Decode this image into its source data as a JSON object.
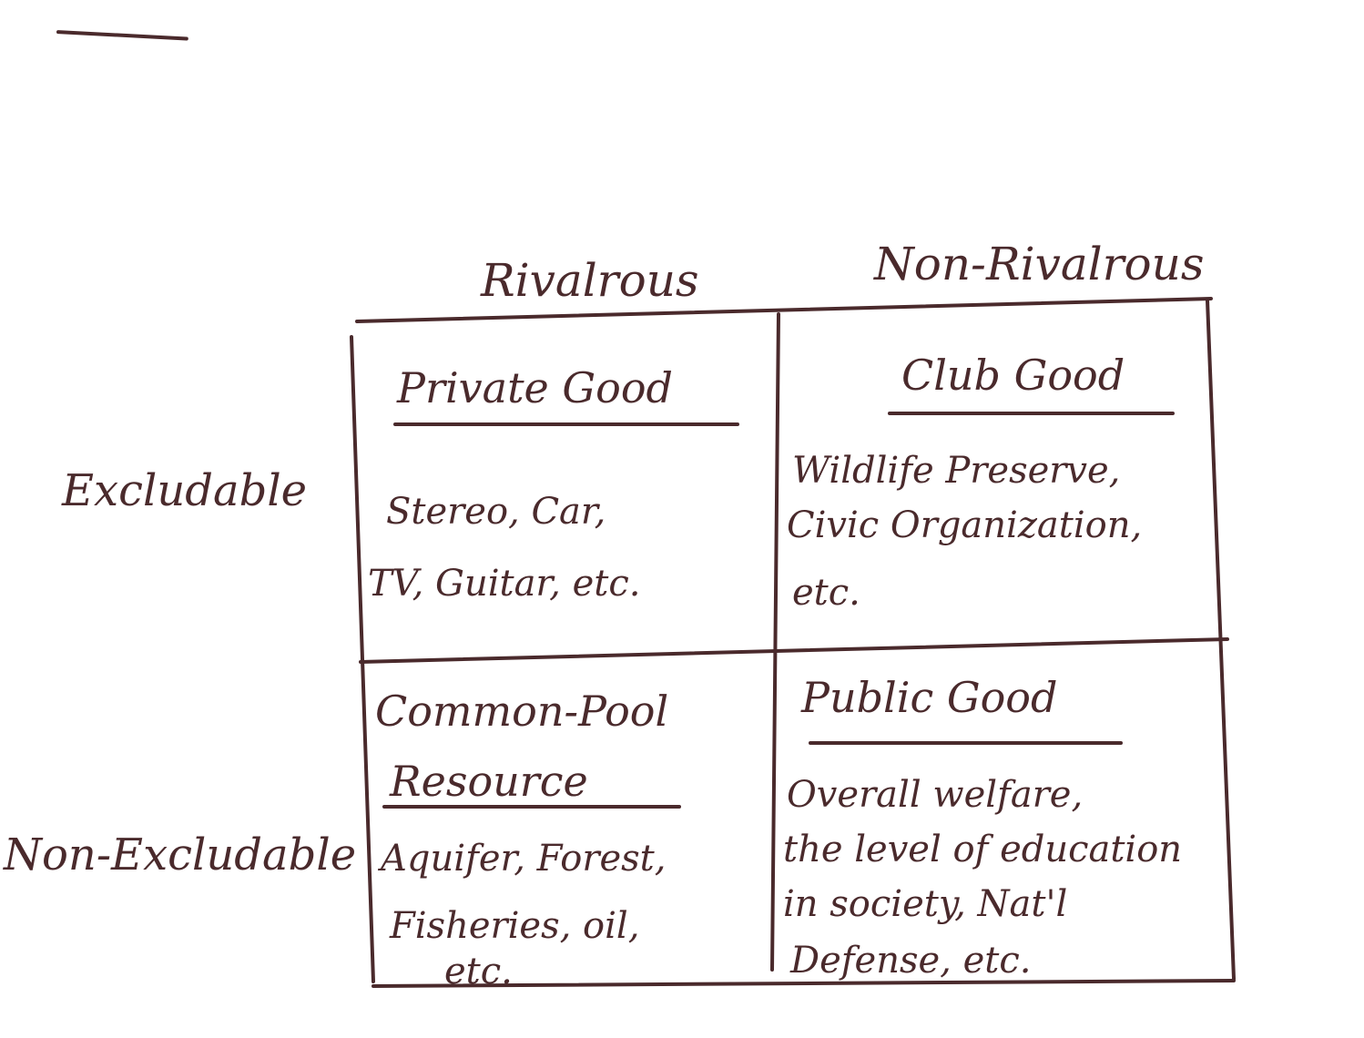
{
  "column_headers": {
    "rivalrous": "Rivalrous",
    "non_rivalrous": "Non-Rivalrous"
  },
  "row_headers": {
    "excludable": "Excludable",
    "non_excludable": "Non-Excludable"
  },
  "cells": {
    "top_left": {
      "title": "Private Good",
      "lines": [
        "Stereo, Car,",
        "TV, Guitar, etc."
      ]
    },
    "top_right": {
      "title": "Club Good",
      "lines": [
        "Wildlife Preserve,",
        "Civic Organization,",
        "etc."
      ]
    },
    "bottom_left": {
      "title_line1": "Common-Pool",
      "title_line2": "Resource",
      "lines": [
        "Aquifer, Forest,",
        "Fisheries, oil,",
        "etc."
      ]
    },
    "bottom_right": {
      "title": "Public Good",
      "lines": [
        "Overall welfare,",
        "the level of education",
        "in society, Nat'l",
        "Defense, etc."
      ]
    }
  }
}
